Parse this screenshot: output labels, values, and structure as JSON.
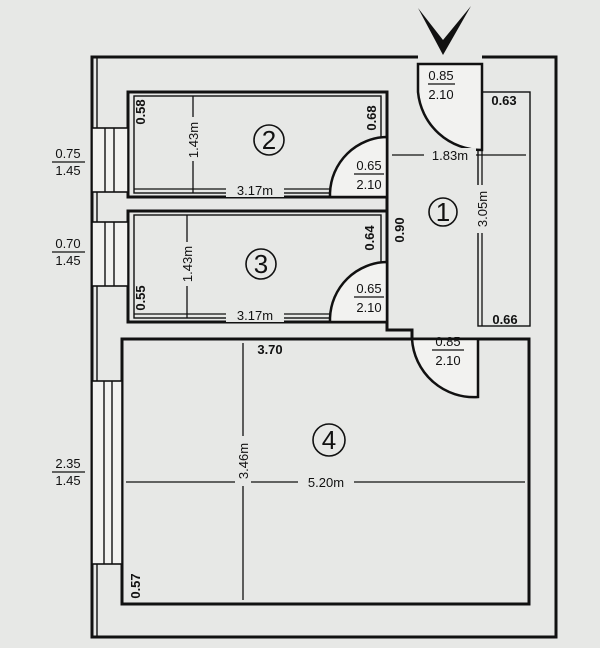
{
  "rooms": {
    "r1": {
      "number": "1",
      "width": "1.83m",
      "height": "3.05m",
      "corner_top": "0.63",
      "corner_bottom": "0.66",
      "side": "0.90"
    },
    "r2": {
      "number": "2",
      "width": "3.17m",
      "height": "1.43m",
      "corner_left": "0.58",
      "corner_right": "0.68"
    },
    "r3": {
      "number": "3",
      "width": "3.17m",
      "height": "1.43m",
      "corner_left": "0.55",
      "corner_right": "0.64"
    },
    "r4": {
      "number": "4",
      "width": "5.20m",
      "height": "3.46m",
      "corner_top": "3.70",
      "corner_left": "0.57"
    }
  },
  "doors": [
    {
      "width": "0.85",
      "height": "2.10"
    },
    {
      "width": "0.65",
      "height": "2.10"
    },
    {
      "width": "0.65",
      "height": "2.10"
    },
    {
      "width": "0.85",
      "height": "2.10"
    }
  ],
  "windows": [
    {
      "width": "0.75",
      "height": "1.45"
    },
    {
      "width": "0.70",
      "height": "1.45"
    },
    {
      "width": "2.35",
      "height": "1.45"
    }
  ],
  "entrance_marker": "entrance-arrow-icon"
}
